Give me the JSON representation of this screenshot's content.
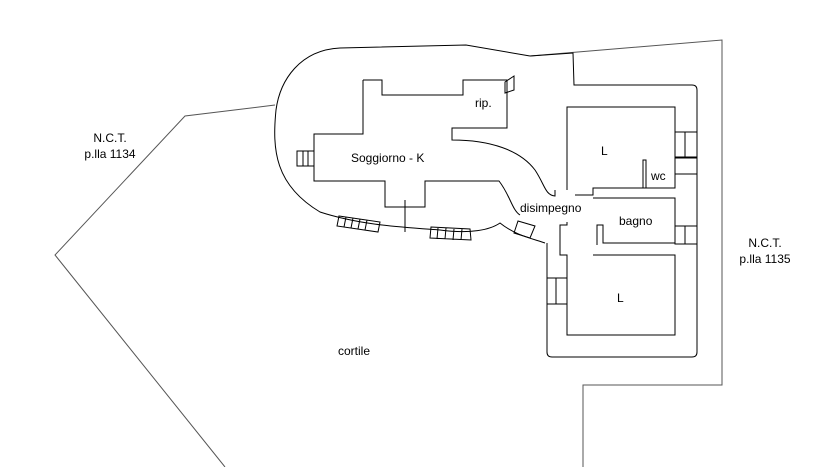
{
  "plan": {
    "neighbors": {
      "left": {
        "line1": "N.C.T.",
        "line2": "p.lla 1134"
      },
      "right": {
        "line1": "N.C.T.",
        "line2": "p.lla 1135"
      }
    },
    "rooms": {
      "living": "Soggiorno - K",
      "storage": "rip.",
      "bedroom_top": "L",
      "wc": "wc",
      "hall": "disimpegno",
      "bathroom": "bagno",
      "bedroom_bottom": "L",
      "courtyard": "cortile"
    },
    "line_color": "#000000"
  }
}
